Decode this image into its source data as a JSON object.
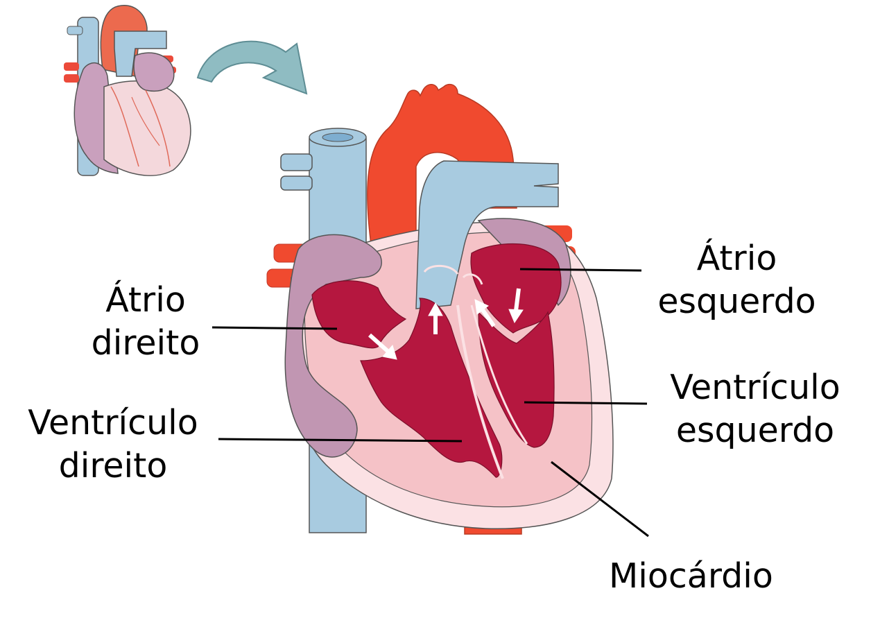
{
  "labels": {
    "atrio_direito": [
      "Átrio",
      "direito"
    ],
    "ventriculo_direito": [
      "Ventrículo",
      "direito"
    ],
    "atrio_esquerdo": [
      "Átrio",
      "esquerdo"
    ],
    "ventriculo_esquerdo": [
      "Ventrículo",
      "esquerdo"
    ],
    "miocardio": "Miocárdio"
  },
  "colors": {
    "vein_blue": "#a8cbe0",
    "vein_blue_dark": "#7eaed0",
    "aorta_red": "#f04a2f",
    "atrium_purple": "#c196b2",
    "myocardium_pink": "#f5c2c7",
    "pericardium_light": "#fbe1e4",
    "chamber_crimson": "#b5173f",
    "arrow_teal": "#8fbcc2"
  }
}
